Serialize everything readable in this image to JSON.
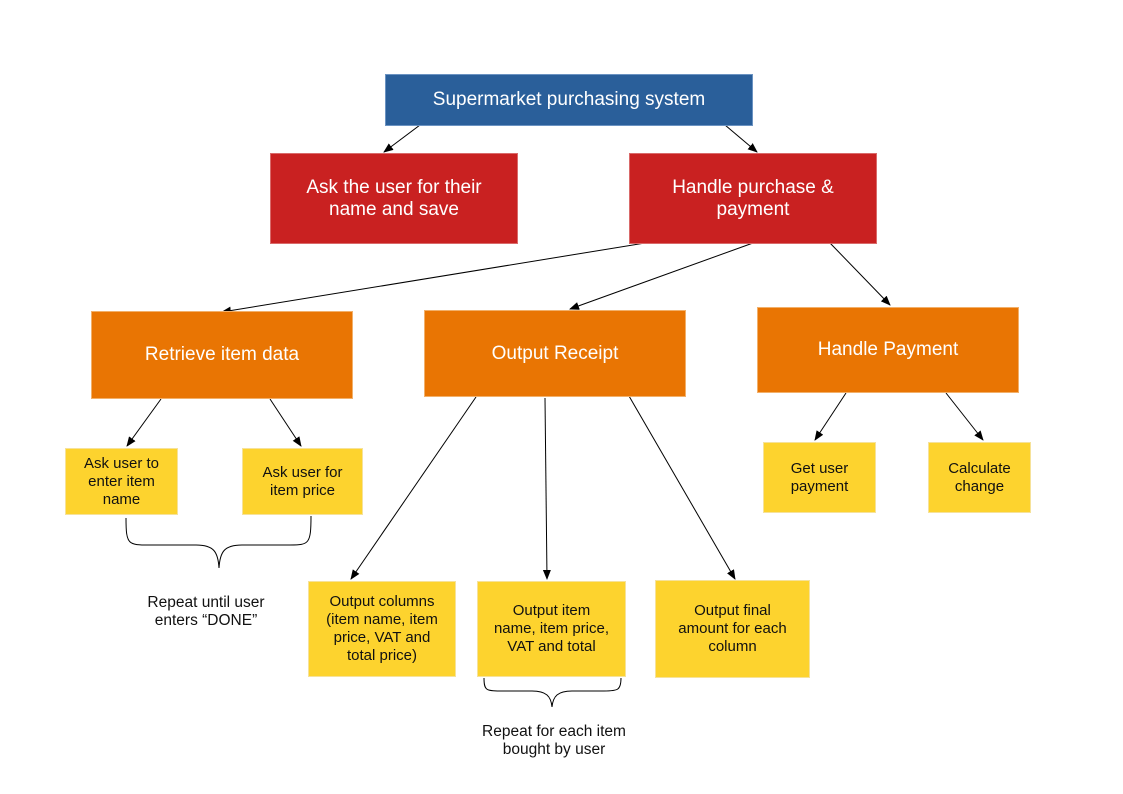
{
  "diagram": {
    "root": {
      "label": "Supermarket purchasing system"
    },
    "ask_name": {
      "label": "Ask the user for their\nname and save"
    },
    "handle_purchase": {
      "label": "Handle purchase &\npayment"
    },
    "retrieve_item": {
      "label": "Retrieve item data"
    },
    "output_receipt": {
      "label": "Output Receipt"
    },
    "handle_payment": {
      "label": "Handle Payment"
    },
    "ask_item_name": {
      "label": "Ask user to\nenter item\nname"
    },
    "ask_item_price": {
      "label": "Ask user for\nitem price"
    },
    "output_columns": {
      "label": "Output columns\n(item name, item\nprice, VAT and\ntotal price)"
    },
    "output_item": {
      "label": "Output item\nname, item price,\nVAT and total"
    },
    "output_final": {
      "label": "Output final\namount for each\ncolumn"
    },
    "get_payment": {
      "label": "Get user\npayment"
    },
    "calc_change": {
      "label": "Calculate\nchange"
    },
    "note_repeat_done": {
      "label": "Repeat until user\nenters “DONE”"
    },
    "note_repeat_item": {
      "label": "Repeat for each item\nbought by user"
    }
  },
  "colors": {
    "level0": "#2a5f9a",
    "level1": "#c92121",
    "level2": "#e97503",
    "level3": "#fdd32e",
    "connector": "#000000"
  }
}
